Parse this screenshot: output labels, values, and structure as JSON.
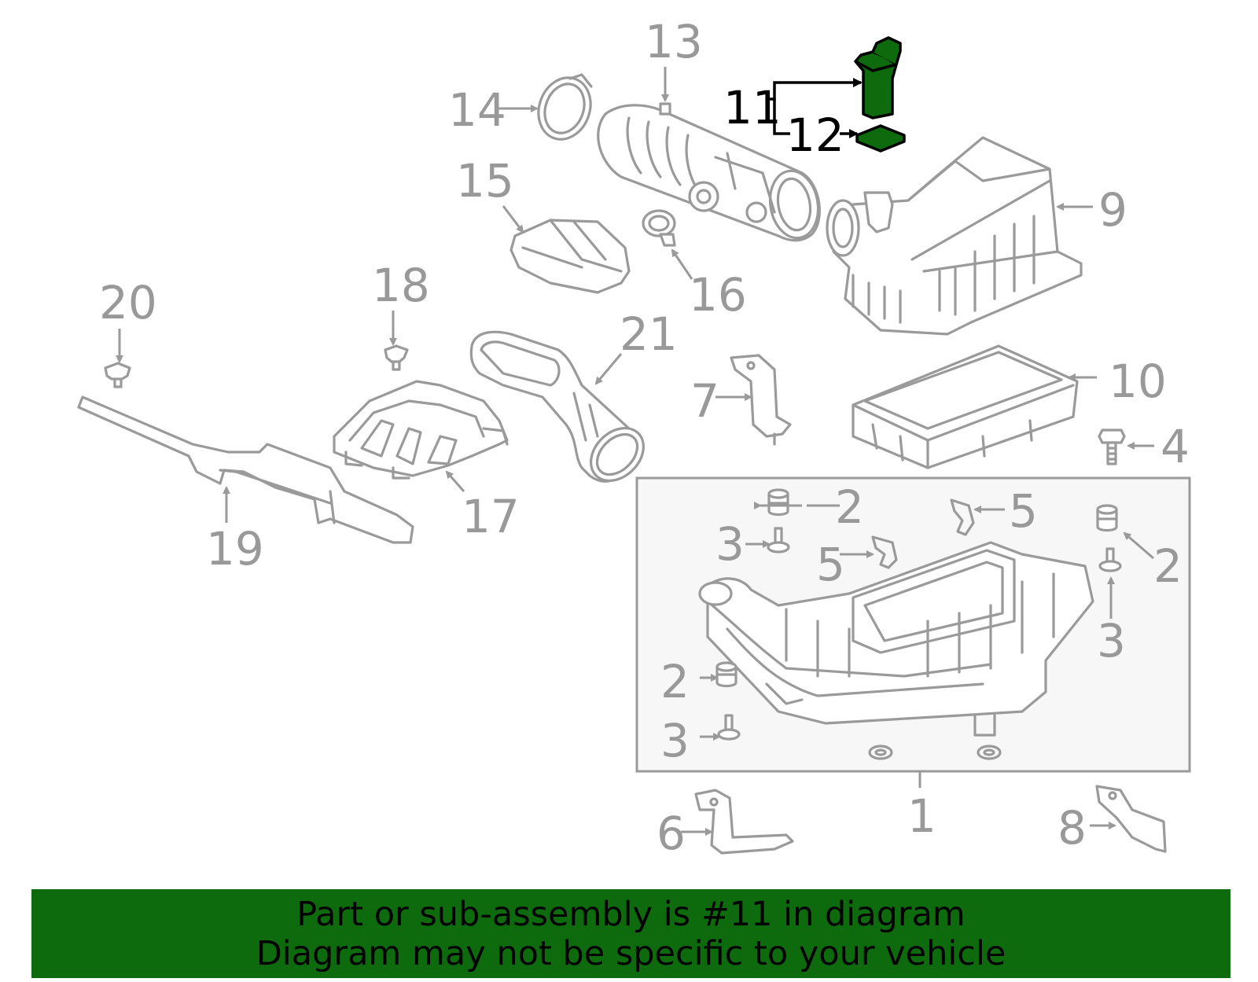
{
  "diagram": {
    "callouts": {
      "c1": "1",
      "c2a": "2",
      "c2b": "2",
      "c2c": "2",
      "c3a": "3",
      "c3b": "3",
      "c3c": "3",
      "c4": "4",
      "c5a": "5",
      "c5b": "5",
      "c6": "6",
      "c7": "7",
      "c8": "8",
      "c9": "9",
      "c10": "10",
      "c11": "11",
      "c12": "12",
      "c13": "13",
      "c14": "14",
      "c15": "15",
      "c16": "16",
      "c17": "17",
      "c18": "18",
      "c19": "19",
      "c20": "20",
      "c21": "21"
    },
    "highlighted_parts": [
      "11",
      "12"
    ],
    "colors": {
      "highlight_fill": "#0d6b0d",
      "part_stroke": "#9a9a9a",
      "callout_text": "#999999",
      "highlight_text": "#000000",
      "box_fill": "#f7f7f7"
    }
  },
  "banner": {
    "line1": "Part or sub-assembly is #11 in diagram",
    "line2": "Diagram may not be specific to your vehicle",
    "background": "#0d6b0d"
  }
}
